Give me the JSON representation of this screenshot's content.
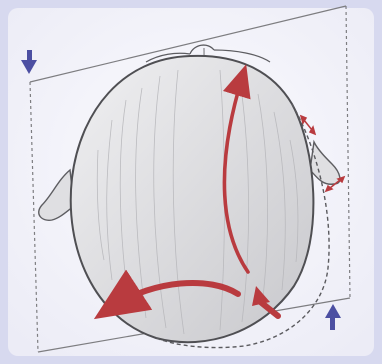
{
  "colors": {
    "frame": "#d7d9ef",
    "paper": "#f7f7fb",
    "ink": "#585858",
    "head_fill": "#e8e8ea",
    "hair_strands": "#b8b8bc",
    "red_arrow": "#b93b3f",
    "blue_arrow": "#4c4fa2"
  },
  "icons": {
    "top_left_arrow": "blue-down-arrow",
    "bottom_right_arrow": "blue-up-arrow",
    "small_red_arrows": "small-red-double-arrow"
  }
}
